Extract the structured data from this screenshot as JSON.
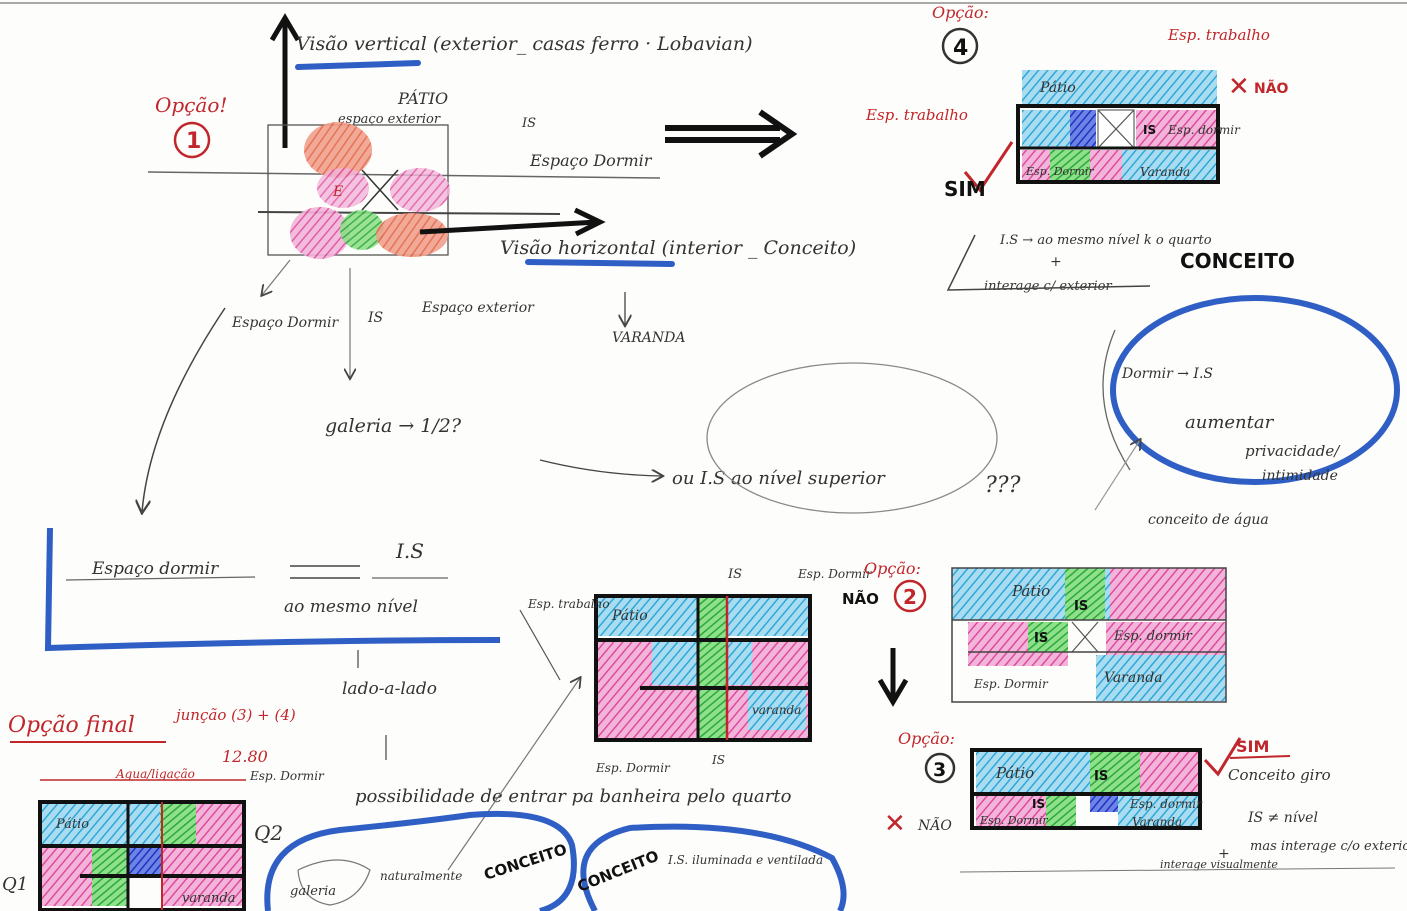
{
  "option1": {
    "label": "Opção!",
    "number": "1",
    "vertical_view": "Visão vertical (exterior_ casas ferro · Lobavian)",
    "patio": "PÁTIO",
    "exterior_space": "espaço exterior",
    "is_top": "IS",
    "sleep_space": "Espaço Dormir",
    "horizontal_view": "Visão horizontal (interior _ Conceito)",
    "sleep_space_bottom": "Espaço Dormir",
    "is_bottom": "IS",
    "exterior_space_bottom": "Espaço exterior",
    "balcony": "VARANDA",
    "gallery": "galeria → 1/2?",
    "or_upper": "ou I.S ao nível superior",
    "question": "???"
  },
  "option4": {
    "label": "Opção:",
    "number": "4",
    "work_top": "Esp. trabalho",
    "no": "NÃO",
    "work_left": "Esp. trabalho",
    "yes": "SIM",
    "patio": "Pátio",
    "is": "IS",
    "sleep": "Esp. dormir",
    "sleep_bottom": "Esp. Dormir",
    "balcony": "Varanda",
    "note1": "I.S → ao mesmo nível k o quarto",
    "plus": "+",
    "note2": "interage c/ exterior",
    "concept": "CONCEITO"
  },
  "concept_note": {
    "line1": "Dormir → I.S",
    "line2": "aumentar",
    "line3": "privacidade/",
    "line4": "intimidade",
    "line5": "conceito de água"
  },
  "center": {
    "sleep_space": "Espaço dormir",
    "is": "I.S",
    "same_level": "ao mesmo nível",
    "side_by_side": "lado-a-lado",
    "possibility": "possibilidade de entrar pa banheira pelo quarto",
    "work": "Esp. trabalho",
    "is_up": "IS",
    "sleep_up": "Esp. Dormir",
    "patio": "Pátio",
    "sleep_bottom": "Esp. Dormir",
    "is_bottom": "IS",
    "balcony": "varanda"
  },
  "option2": {
    "label": "Opção:",
    "number": "2",
    "no": "NÃO",
    "patio": "Pátio",
    "is1": "IS",
    "is2": "IS",
    "sleep": "Esp. dormir",
    "sleep_left": "Esp. Dormir",
    "balcony": "Varanda"
  },
  "option3": {
    "label": "Opção:",
    "number": "3",
    "yes": "SIM",
    "no": "NÃO",
    "patio": "Pátio",
    "is1": "IS",
    "is2": "IS",
    "sleep": "Esp. dormir",
    "sleep_left": "Esp. Dormir",
    "balcony": "Varanda",
    "concept_note1": "Conceito giro",
    "concept_note2": "IS ≠ nível",
    "concept_note3": "mas interage c/o exterior",
    "plus": "+",
    "interact": "interage visualmente"
  },
  "final": {
    "label": "Opção final",
    "join": "junção (3) + (4)",
    "dimension": "12.80",
    "dimension_label": "Agua/ligação",
    "sleep": "Esp. Dormir",
    "patio": "Pátio",
    "q1": "Q1",
    "q2": "Q2",
    "balcony": "varanda",
    "gallery": "galeria",
    "naturally": "naturalmente",
    "concept1": "CONCEITO",
    "concept2": "CONCEITO",
    "is_note": "I.S. iluminada e ventilada"
  },
  "colors": {
    "blue_marker": "#2f5fc4",
    "red_pen": "#c0262b",
    "light_blue": "#6ec7e6",
    "pink": "#e05aa8",
    "green": "#3cba4a",
    "salmon": "#e9735a",
    "dark_blue": "#2a45c9"
  }
}
